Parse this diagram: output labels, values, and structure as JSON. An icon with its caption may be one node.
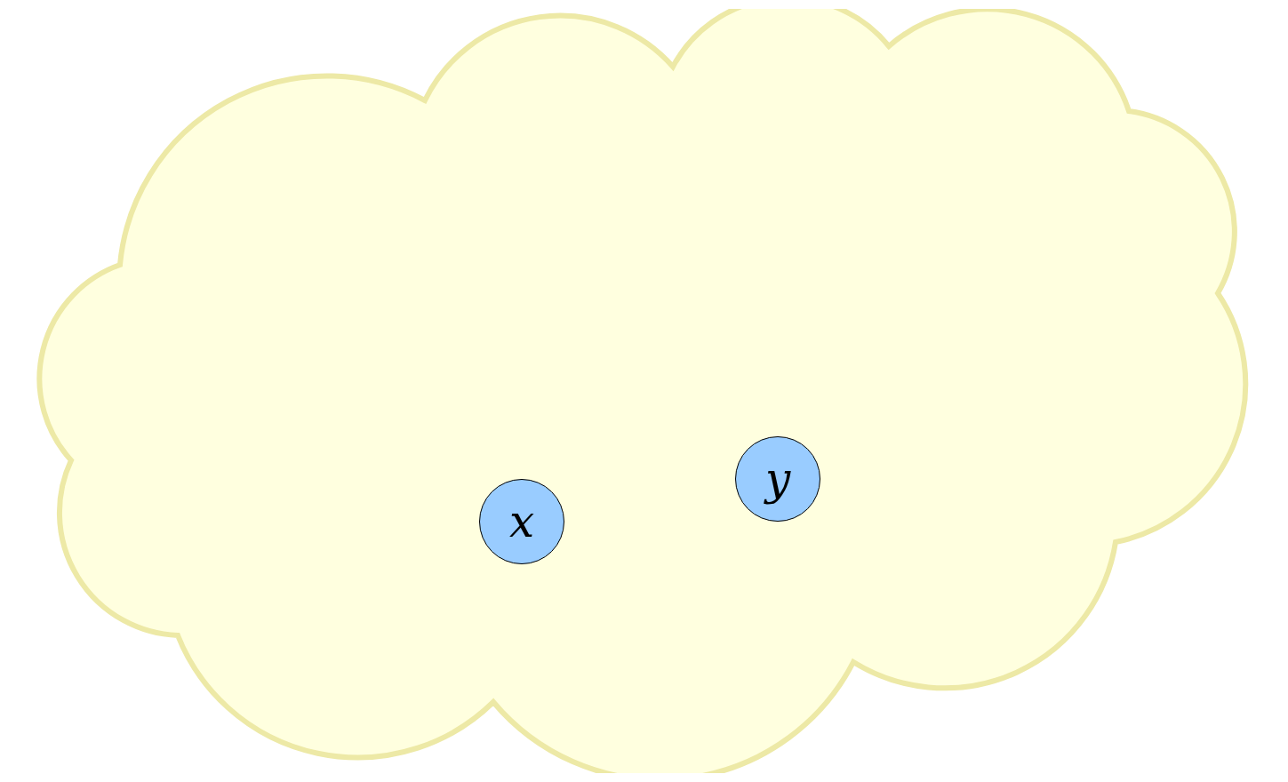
{
  "diagram": {
    "nodes": [
      {
        "text": [],
        "shape": "cloud"
      },
      {
        "text": [
          "x"
        ],
        "in": 0
      },
      {
        "text": [
          "y"
        ],
        "in": 0
      }
    ]
  }
}
